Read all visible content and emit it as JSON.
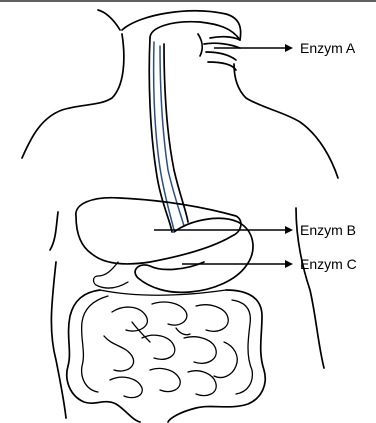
{
  "labels": {
    "enzyme_a": "Enzym A",
    "enzyme_b": "Enzym B",
    "enzyme_c": "Enzym C"
  },
  "colors": {
    "outline": "#000000",
    "esophagus_inner": "#2b4e8c",
    "background": "#ffffff"
  }
}
